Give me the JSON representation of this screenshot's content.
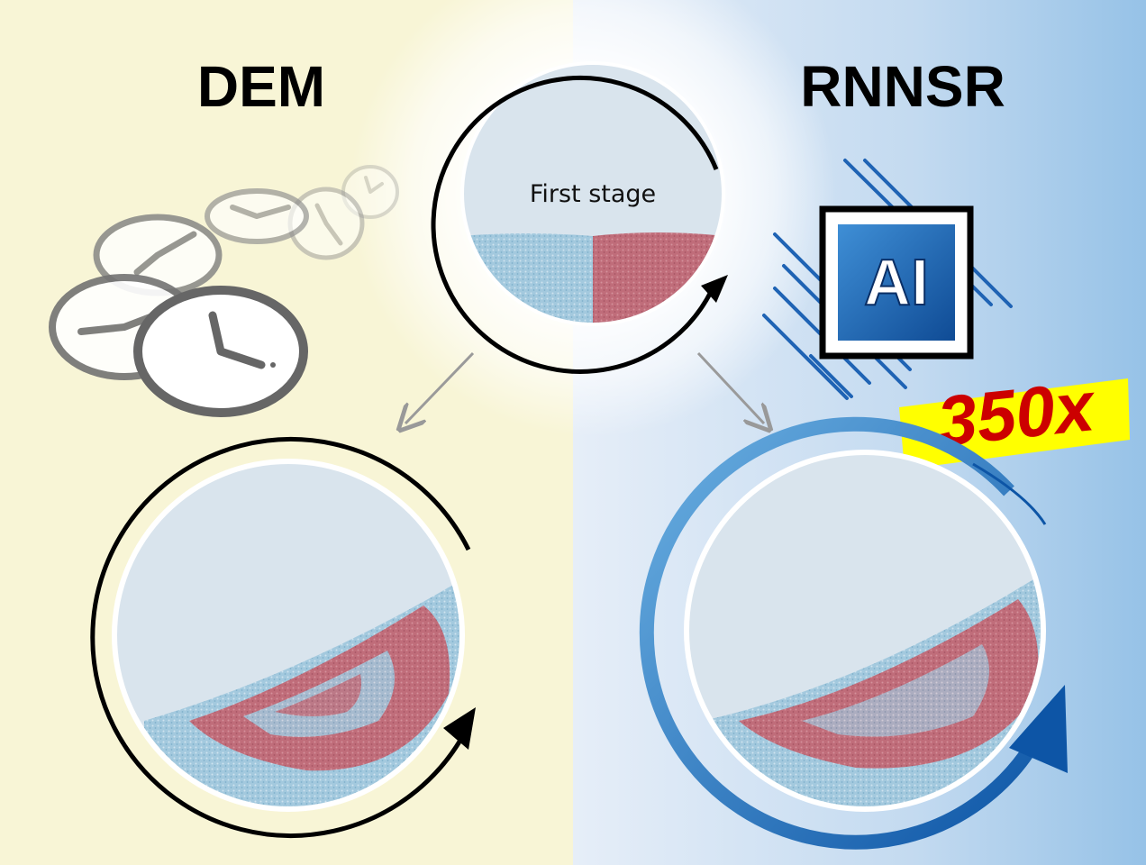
{
  "left_panel": {
    "title": "DEM",
    "background": "#f8f5d6",
    "clock_icons": [
      "clock-icon",
      "clock-icon",
      "clock-icon",
      "clock-icon",
      "clock-icon",
      "clock-icon"
    ]
  },
  "right_panel": {
    "title": "RNNSR",
    "background_from": "#e3ecf7",
    "background_to": "#98c4e8",
    "ai_badge": "AI",
    "speedup": "350x",
    "speedup_color": "#cc0000",
    "speedup_bg": "#ffff00"
  },
  "center": {
    "stage_label": "First stage"
  },
  "colors": {
    "drum_fill": "#d9e4ed",
    "blue_particles": "#a9cde0",
    "red_particles": "#c26f7c",
    "ai_blue": "#1f63b4"
  }
}
